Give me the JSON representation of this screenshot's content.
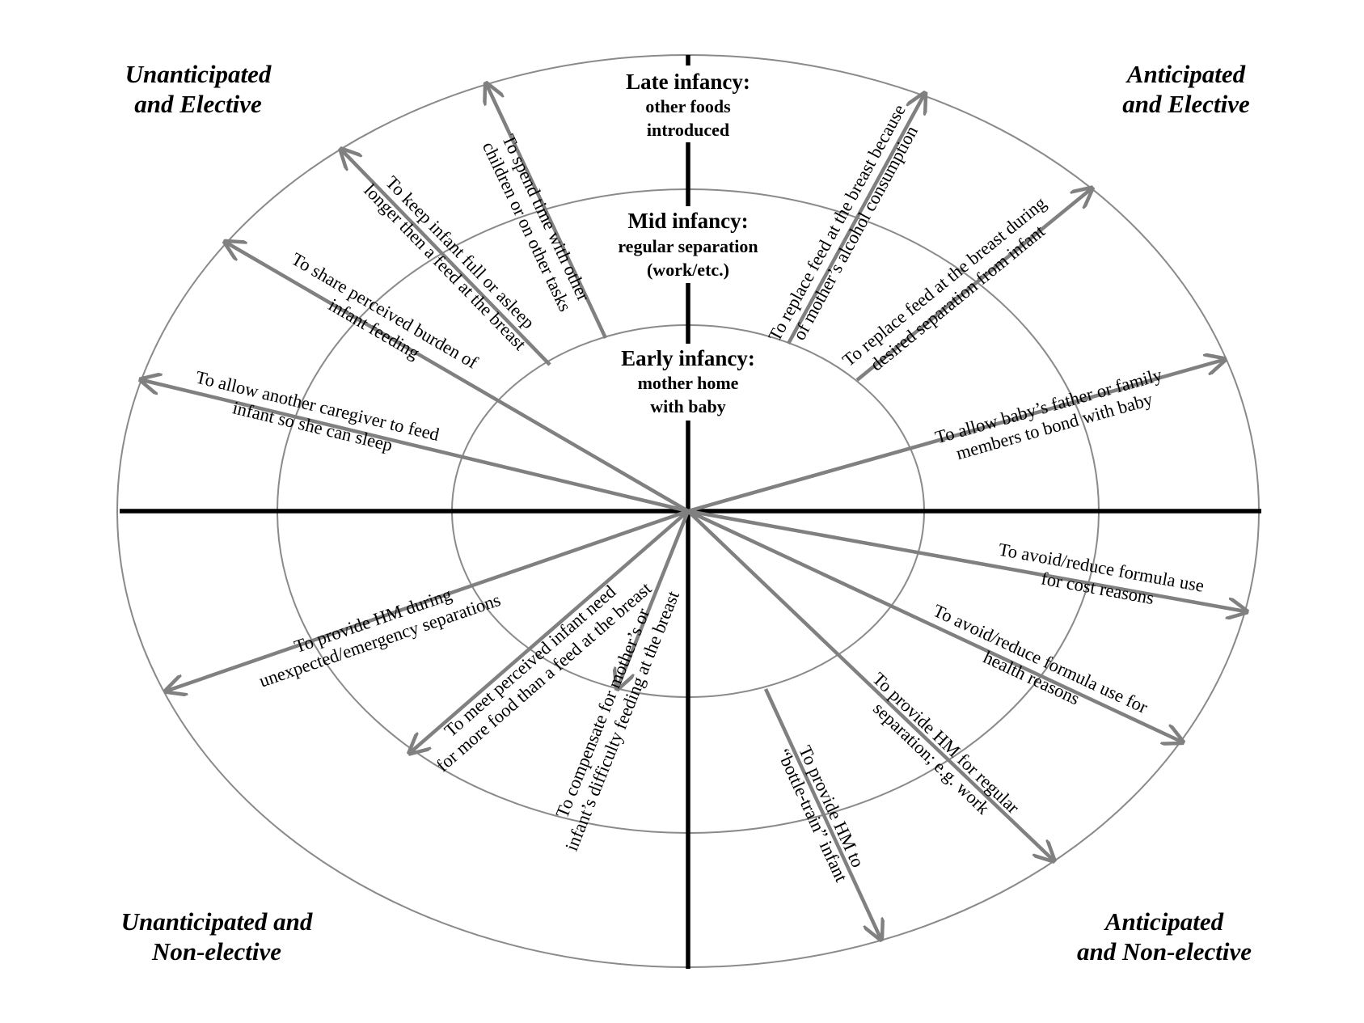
{
  "quadrants": {
    "top_left": [
      "Unanticipated",
      "and Elective"
    ],
    "top_right": [
      "Anticipated",
      "and Elective"
    ],
    "bottom_left": [
      "Unanticipated and",
      "Non-elective"
    ],
    "bottom_right": [
      "Anticipated",
      "and Non-elective"
    ]
  },
  "stages": {
    "late": {
      "title": "Late infancy:",
      "desc": [
        "other foods",
        "introduced"
      ]
    },
    "mid": {
      "title": "Mid infancy:",
      "desc": [
        "regular separation",
        "(work/etc.)"
      ]
    },
    "early": {
      "title": "Early infancy:",
      "desc": [
        "mother home",
        "with baby"
      ]
    }
  },
  "reasons": [
    {
      "lines": [
        "To spend time with other",
        "children or on other tasks"
      ]
    },
    {
      "lines": [
        "To keep infant full or asleep",
        "longer then a feed at the breast"
      ]
    },
    {
      "lines": [
        "To share perceived burden of",
        "infant feeding"
      ]
    },
    {
      "lines": [
        "To allow another caregiver to feed",
        "infant so she can sleep"
      ]
    },
    {
      "lines": [
        "To replace feed at the breast because",
        "of mother’s alcohol consumption"
      ]
    },
    {
      "lines": [
        "To replace feed at the breast during",
        "desired separation from infant"
      ]
    },
    {
      "lines": [
        "To allow baby’s father or family",
        "members to bond with baby"
      ]
    },
    {
      "lines": [
        "To avoid/reduce formula use",
        "for cost reasons"
      ]
    },
    {
      "lines": [
        "To avoid/reduce formula use for",
        "health reasons"
      ]
    },
    {
      "lines": [
        "To provide HM for regular",
        "separation; e.g. work"
      ]
    },
    {
      "lines": [
        "To provide HM to",
        "“bottle-train” infant"
      ]
    },
    {
      "lines": [
        "To compensate for mother’s or",
        "infant’s difficulty feeding at the breast"
      ]
    },
    {
      "lines": [
        "To meet perceived infant need",
        "for more food than a feed at the breast"
      ]
    },
    {
      "lines": [
        "To provide HM during",
        "unexpected/emergency separations"
      ]
    }
  ]
}
